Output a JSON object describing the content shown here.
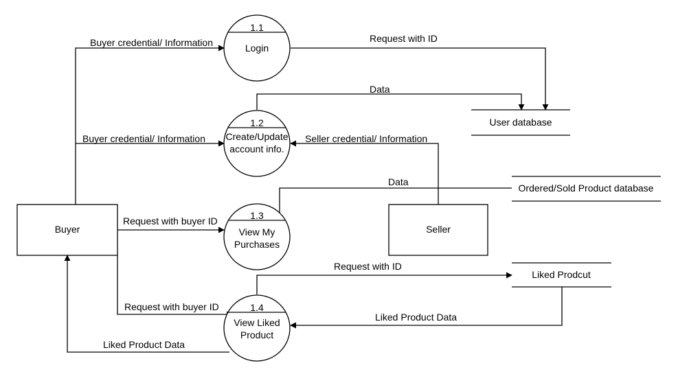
{
  "processes": [
    {
      "id": "p11",
      "number": "1.1",
      "lines": [
        "Login"
      ]
    },
    {
      "id": "p12",
      "number": "1.2",
      "lines": [
        "Create/Update",
        "account info."
      ]
    },
    {
      "id": "p13",
      "number": "1.3",
      "lines": [
        "View My",
        "Purchases"
      ]
    },
    {
      "id": "p14",
      "number": "1.4",
      "lines": [
        "View Liked",
        "Product"
      ]
    }
  ],
  "entities": {
    "buyer": "Buyer",
    "seller": "Seller"
  },
  "data_stores": {
    "user_db": "User database",
    "ordered_db": "Ordered/Sold Product database",
    "liked": "Liked Prodcut"
  },
  "flows": {
    "buyer_to_login": "Buyer credential/ Information",
    "login_to_userdb": "Request with ID",
    "update_to_userdb": "Data",
    "buyer_to_update": "Buyer credential/ Information",
    "seller_to_update": "Seller credential/ Information",
    "orders_to_purchases": "Data",
    "buyer_to_purchases": "Request with buyer ID",
    "liked_request": "Request with ID",
    "buyer_to_liked": "Request with buyer ID",
    "liked_data_to_process": "Liked Product Data",
    "liked_data_to_buyer": "Liked Product Data"
  }
}
